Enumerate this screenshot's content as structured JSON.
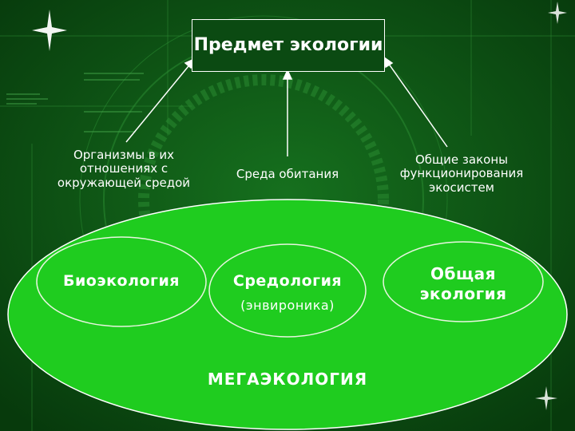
{
  "title": "Предмет экологии",
  "branches": {
    "left": "Организмы в их отношениях с окружающей средой",
    "center": "Среда обитания",
    "right": "Общие законы функционирования экосистем"
  },
  "disciplines": {
    "bioecology": "Биоэкология",
    "sredologia": "Средология",
    "sredologia_sub": "(энвироника)",
    "general": "Общая экология"
  },
  "mega": "МЕГАЭКОЛОГИЯ",
  "colors": {
    "background": "#0b4a12",
    "big_ellipse": "#1fcc1f",
    "inner_outline": "#e8f5e0",
    "text": "#ffffff"
  }
}
